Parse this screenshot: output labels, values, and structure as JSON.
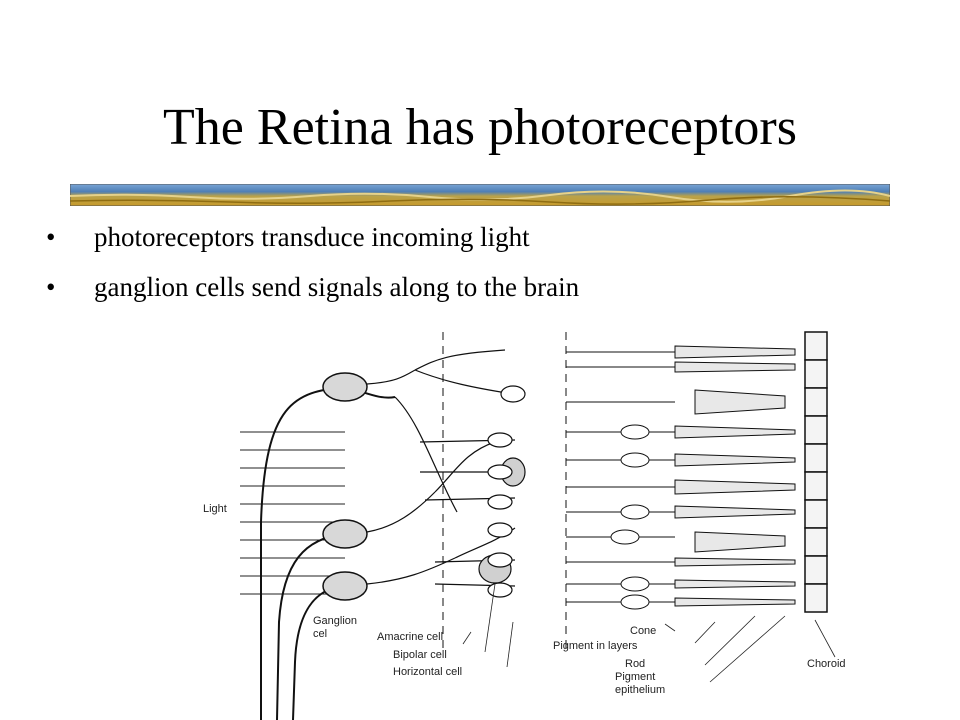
{
  "slide": {
    "title": "The Retina has photoreceptors",
    "bullets": [
      "photoreceptors transduce incoming light",
      "ganglion cells send signals along to the brain"
    ]
  },
  "diagram": {
    "labels": {
      "light": "Light",
      "ganglion_1": "Ganglion",
      "ganglion_2": "cel",
      "amacrine": "Amacrine cell",
      "bipolar": "Bipolar cell",
      "horizontal": "Horizontal cell",
      "cone": "Cone",
      "pigment_layers": "Pigment in layers",
      "rod": "Rod",
      "pigment_1": "Pigment",
      "pigment_2": "epithelium",
      "choroid": "Choroid"
    }
  },
  "colors": {
    "band_blue": "#5a86b8",
    "band_gold": "#c79a2a",
    "ink": "#111111"
  }
}
